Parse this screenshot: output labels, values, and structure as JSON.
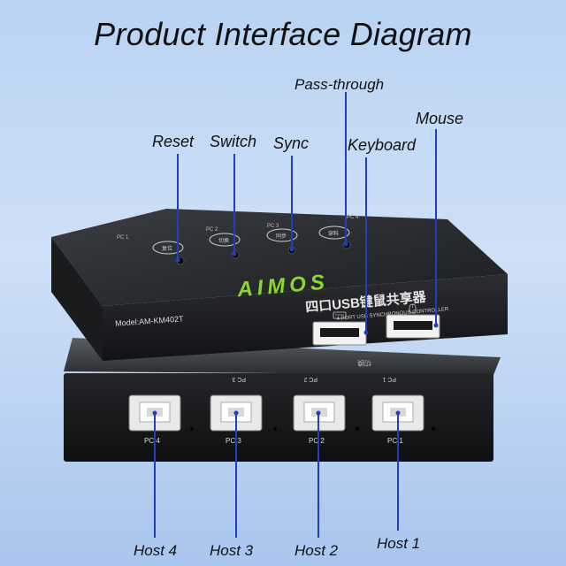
{
  "title": "Product Interface Diagram",
  "callouts": {
    "reset": "Reset",
    "switch": "Switch",
    "sync": "Sync",
    "passthrough": "Pass-through",
    "keyboard": "Keyboard",
    "mouse": "Mouse"
  },
  "hosts": {
    "host1": "Host 1",
    "host2": "Host 2",
    "host3": "Host 3",
    "host4": "Host 4"
  },
  "device": {
    "brand": "AIMOS",
    "model": "Model:AM-KM402T",
    "chinese_name": "四口USB键鼠共享器",
    "subtitle": "4 PORT USB SYNCHRONOUS CONTROLLER",
    "top_port_labels": [
      "PC 1",
      "PC 2",
      "PC 3",
      "PC 4"
    ],
    "button_labels": [
      "复位",
      "切换",
      "同步",
      "穿料"
    ],
    "rear_port_labels": [
      "PC 4",
      "PC 3",
      "PC 2",
      "PC 1"
    ],
    "flipped_top_labels": [
      "PC 3",
      "PC 2",
      "PC 1"
    ],
    "flipped_button_label": "切换",
    "brand_color": "#8bd630",
    "pointer_color": "#1f3fbf"
  }
}
